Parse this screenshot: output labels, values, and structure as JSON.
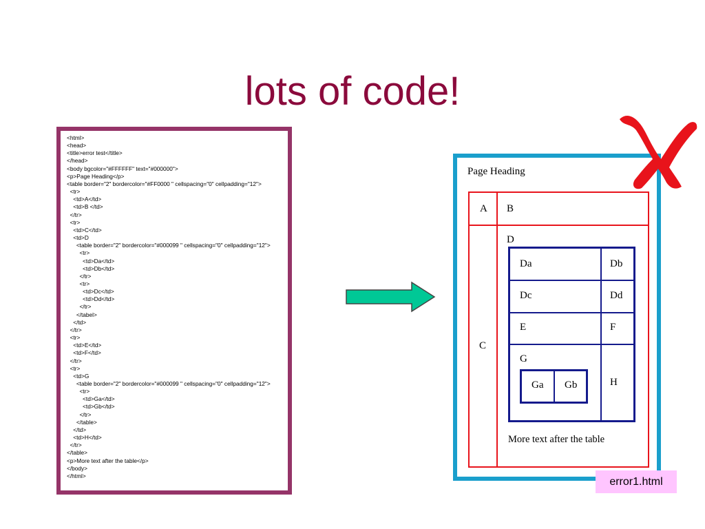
{
  "slide": {
    "title": "lots of code!",
    "file_label": "error1.html"
  },
  "code_lines": [
    "<html>",
    "<head>",
    "<title>error test</title>",
    "</head>",
    "<body bgcolor=\"#FFFFFF\" text=\"#000000\">",
    "<p>Page Heading</p>",
    "<table border=\"2\" bordercolor=\"#FF0000 \" cellspacing=\"0\" cellpadding=\"12\">",
    "  <tr>",
    "    <td>A</td>",
    "    <td>B </td>",
    "  </tr>",
    "  <tr>",
    "    <td>C</td>",
    "    <td>D",
    "      <table border=\"2\" bordercolor=\"#000099 \" cellspacing=\"0\" cellpadding=\"12\">",
    "        <tr>",
    "          <td>Da</td>",
    "          <td>Db</td>",
    "        </tr>",
    "        <tr>",
    "          <td>Dc</td>",
    "          <td>Dd</td>",
    "        </tr>",
    "      </tabel>",
    "    </td>",
    "  </tr>",
    "  <tr>",
    "    <td>E</td>",
    "    <td>F</td>",
    "  </tr>",
    "  <tr>",
    "    <td>G",
    "      <table border=\"2\" bordercolor=\"#000099 \" cellspacing=\"0\" cellpadding=\"12\">",
    "        <tr>",
    "          <td>Ga</td>",
    "          <td>Gb</td>",
    "        </tr>",
    "      </table>",
    "    </td>",
    "    <td>H</td>",
    "  </tr>",
    "</table>",
    "<p>More text after the table</p>",
    "</body>",
    "</html>"
  ],
  "rendered": {
    "heading": "Page Heading",
    "cells": {
      "a": "A",
      "b": "B",
      "c": "C",
      "d": "D",
      "da": "Da",
      "db": "Db",
      "dc": "Dc",
      "dd": "Dd",
      "e": "E",
      "f": "F",
      "g": "G",
      "ga": "Ga",
      "gb": "Gb",
      "h": "H"
    },
    "more_text": "More text after the table"
  },
  "colors": {
    "title": "#8b0a3c",
    "code_frame_border": "#953468",
    "render_frame_border": "#1a9fcc",
    "outer_table_border": "#e8131b",
    "inner_table_border": "#141a8c",
    "arrow_fill": "#00c896",
    "error_mark": "#e8131b",
    "label_background": "#ffc5ff"
  },
  "icons": {
    "arrow": "arrow-right-icon",
    "error": "error-x-icon"
  }
}
